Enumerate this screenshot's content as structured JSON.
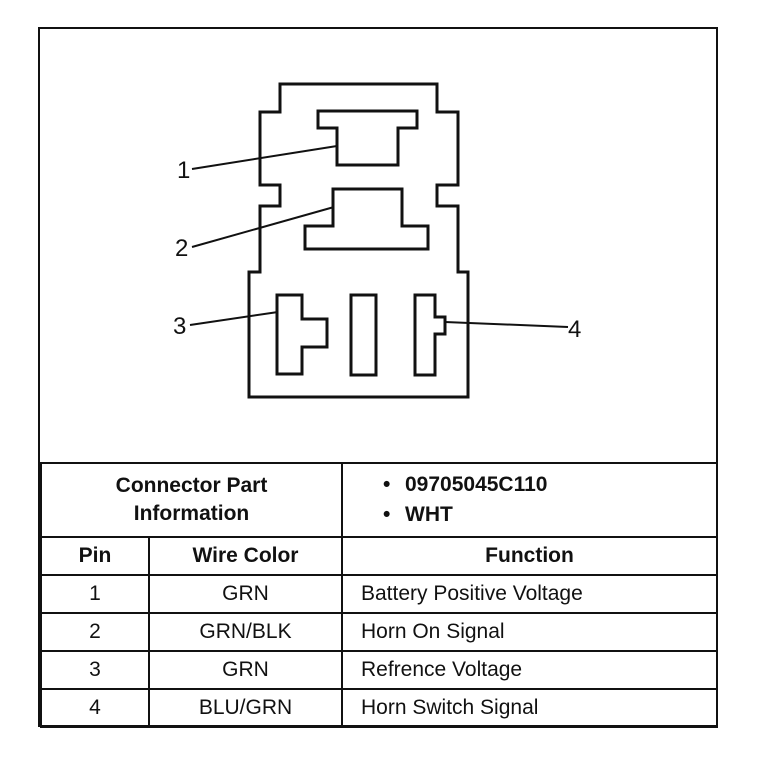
{
  "callouts": {
    "pin1": "1",
    "pin2": "2",
    "pin3": "3",
    "pin4": "4"
  },
  "part_info": {
    "label_line1": "Connector Part",
    "label_line2": "Information",
    "items": [
      {
        "bullet": "•",
        "text": "09705045C110"
      },
      {
        "bullet": "•",
        "text": "WHT"
      }
    ]
  },
  "table": {
    "headers": [
      "Pin",
      "Wire Color",
      "Function"
    ],
    "rows": [
      {
        "pin": "1",
        "color": "GRN",
        "function": "Battery Positive Voltage"
      },
      {
        "pin": "2",
        "color": "GRN/BLK",
        "function": "Horn On Signal"
      },
      {
        "pin": "3",
        "color": "GRN",
        "function": "Refrence Voltage"
      },
      {
        "pin": "4",
        "color": "BLU/GRN",
        "function": "Horn Switch Signal"
      }
    ]
  }
}
